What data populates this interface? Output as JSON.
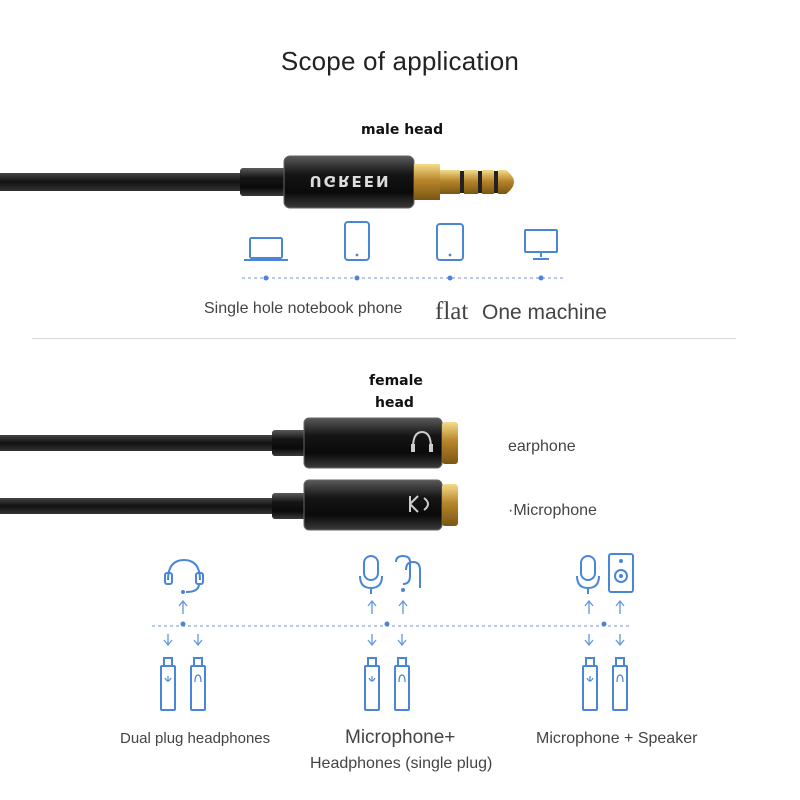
{
  "title": "Scope of application",
  "male": {
    "label": "male head",
    "brand": "UGREEN",
    "devices": [
      {
        "icon": "laptop-icon"
      },
      {
        "icon": "phone-icon"
      },
      {
        "icon": "tablet-icon"
      },
      {
        "icon": "monitor-icon"
      }
    ],
    "caption_left": "Single hole notebook phone",
    "caption_flat": "flat",
    "caption_right": "One machine"
  },
  "female": {
    "label_line1": "female",
    "label_line2": "head",
    "earphone_label": "earphone",
    "microphone_label": "·Microphone"
  },
  "groups": [
    {
      "caption1": "Dual plug headphones",
      "caption2": "",
      "devices": [
        "headset-icon"
      ]
    },
    {
      "caption1": "Microphone+",
      "caption2": "Headphones (single plug)",
      "devices": [
        "microphone-icon",
        "earbuds-icon"
      ]
    },
    {
      "caption1": "Microphone + Speaker",
      "caption2": "",
      "devices": [
        "microphone-icon",
        "speaker-icon"
      ]
    }
  ],
  "colors": {
    "accent": "#4a86d8",
    "gold": "#c9a24a",
    "cable": "#1a1a1a"
  }
}
